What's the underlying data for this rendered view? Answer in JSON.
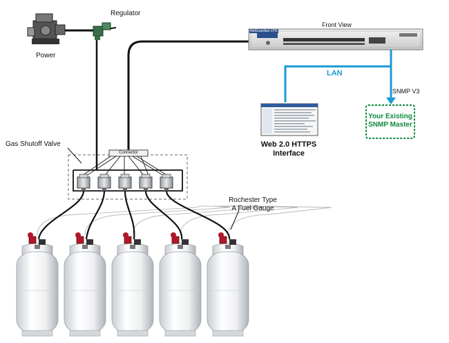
{
  "labels": {
    "power": "Power",
    "regulator": "Regulator",
    "front_view": "Front View",
    "lan": "LAN",
    "snmp_v3": "SNMP V3",
    "snmp_master_line1": "Your Existing",
    "snmp_master_line2": "SNMP Master",
    "web_interface_line1": "Web 2.0 HTTPS",
    "web_interface_line2": "Interface",
    "gas_shutoff_valve": "Gas Shutoff Valve",
    "connector": "Connector",
    "fuel_gauge_line1": "Rochester Type",
    "fuel_gauge_line2": "A Fuel Gauge",
    "device_brand": "NetGuardian LPG"
  },
  "colors": {
    "lan_blue": "#1a9ad6",
    "snmp_green": "#0c8a3a",
    "cable": "#111111",
    "tank_body": "#f2f2f2",
    "gauge_red": "#b0182a"
  },
  "counts": {
    "tanks": 5,
    "valves": 5
  }
}
